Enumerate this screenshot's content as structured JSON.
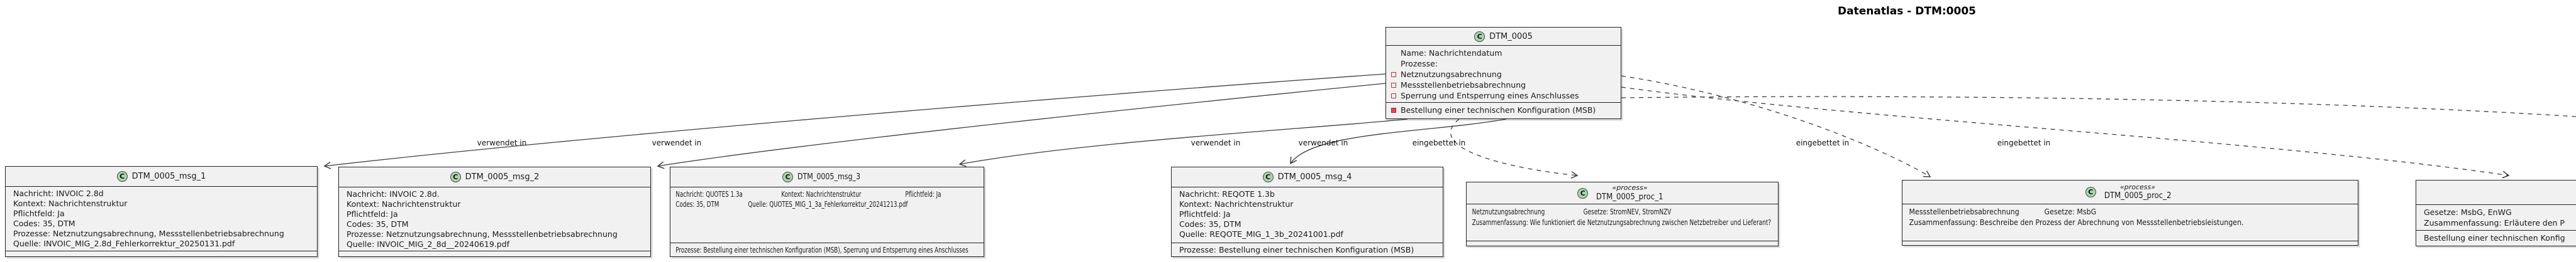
{
  "title": "Datenatlas - DTM:0005",
  "class_letter": "C",
  "colors": {
    "node_fill": "#f1f1f1",
    "node_border": "#222222",
    "class_circle_fill": "#add1b2",
    "field_square_red": "#b8353c",
    "method_square_red": "#e8465a",
    "edge": "#3f3f3f"
  },
  "edge_labels": [
    "verwendet in",
    "verwendet in",
    "verwendet in",
    "verwendet in",
    "eingebettet in",
    "eingebettet in",
    "eingebettet in"
  ],
  "nodes": {
    "dtm": {
      "name": "DTM_0005",
      "attrs": [
        "Name: Nachrichtendatum",
        "Prozesse:"
      ],
      "fields": [
        "Netznutzungsabrechnung",
        "Messstellenbetriebsabrechnung",
        "Sperrung und Entsperrung eines Anschlusses"
      ],
      "methods": [
        "Bestellung einer technischen Konfiguration (MSB)"
      ]
    },
    "msg1": {
      "name": "DTM_0005_msg_1",
      "attrs": [
        "Nachricht: INVOIC 2.8d",
        "Kontext: Nachrichtenstruktur",
        "Pflichtfeld: Ja",
        "Codes: 35, DTM",
        "Prozesse: Netznutzungsabrechnung, Messstellenbetriebsabrechnung",
        "Quelle: INVOIC_MIG_2.8d_Fehlerkorrektur_20250131.pdf"
      ]
    },
    "msg2": {
      "name": "DTM_0005_msg_2",
      "attrs": [
        "Nachricht: INVOIC 2.8d.",
        "Kontext: Nachrichtenstruktur",
        "Pflichtfeld: Ja",
        "Codes: 35, DTM",
        "Prozesse: Netznutzungsabrechnung, Messstellenbetriebsabrechnung",
        "Quelle: INVOIC_MIG_2_8d__20240619.pdf"
      ]
    },
    "msg3": {
      "name": "DTM_0005_msg_3",
      "attrs": [
        "Nachricht: QUOTES 1.3a",
        "Kontext: Nachrichtenstruktur",
        "Pflichtfeld: Ja",
        "Codes: 35, DTM",
        "Quelle: QUOTES_MIG_1_3a_Fehlerkorrektur_20241213.pdf"
      ],
      "methods": [
        "Prozesse: Bestellung einer technischen Konfiguration (MSB), Sperrung und Entsperrung eines Anschlusses"
      ]
    },
    "msg4": {
      "name": "DTM_0005_msg_4",
      "attrs": [
        "Nachricht: REQOTE 1.3b",
        "Kontext: Nachrichtenstruktur",
        "Pflichtfeld: Ja",
        "Codes: 35, DTM",
        "Quelle: REQOTE_MIG_1_3b_20241001.pdf"
      ],
      "methods": [
        "Prozesse: Bestellung einer technischen Konfiguration (MSB)"
      ]
    },
    "proc1": {
      "stereotype": "«process»",
      "name": "DTM_0005_proc_1",
      "attrs": [
        "Netznutzungsabrechnung",
        "Gesetze: StromNEV, StromNZV",
        "Zusammenfassung: Wie funktioniert die Netznutzungsabrechnung zwischen Netzbetreiber und Lieferant?"
      ]
    },
    "proc2": {
      "stereotype": "«process»",
      "name": "DTM_0005_proc_2",
      "attrs": [
        "Messstellenbetriebsabrechnung",
        "Gesetze: MsbG",
        "Zusammenfassung: Beschreibe den Prozess der Abrechnung von Messstellenbetriebsleistungen."
      ]
    },
    "proc3_partial": {
      "attrs": [
        "Gesetze: MsbG, EnWG",
        "Zusammenfassung: Erläutere den P"
      ],
      "methods": [
        "Bestellung einer technischen Konfig"
      ]
    }
  }
}
